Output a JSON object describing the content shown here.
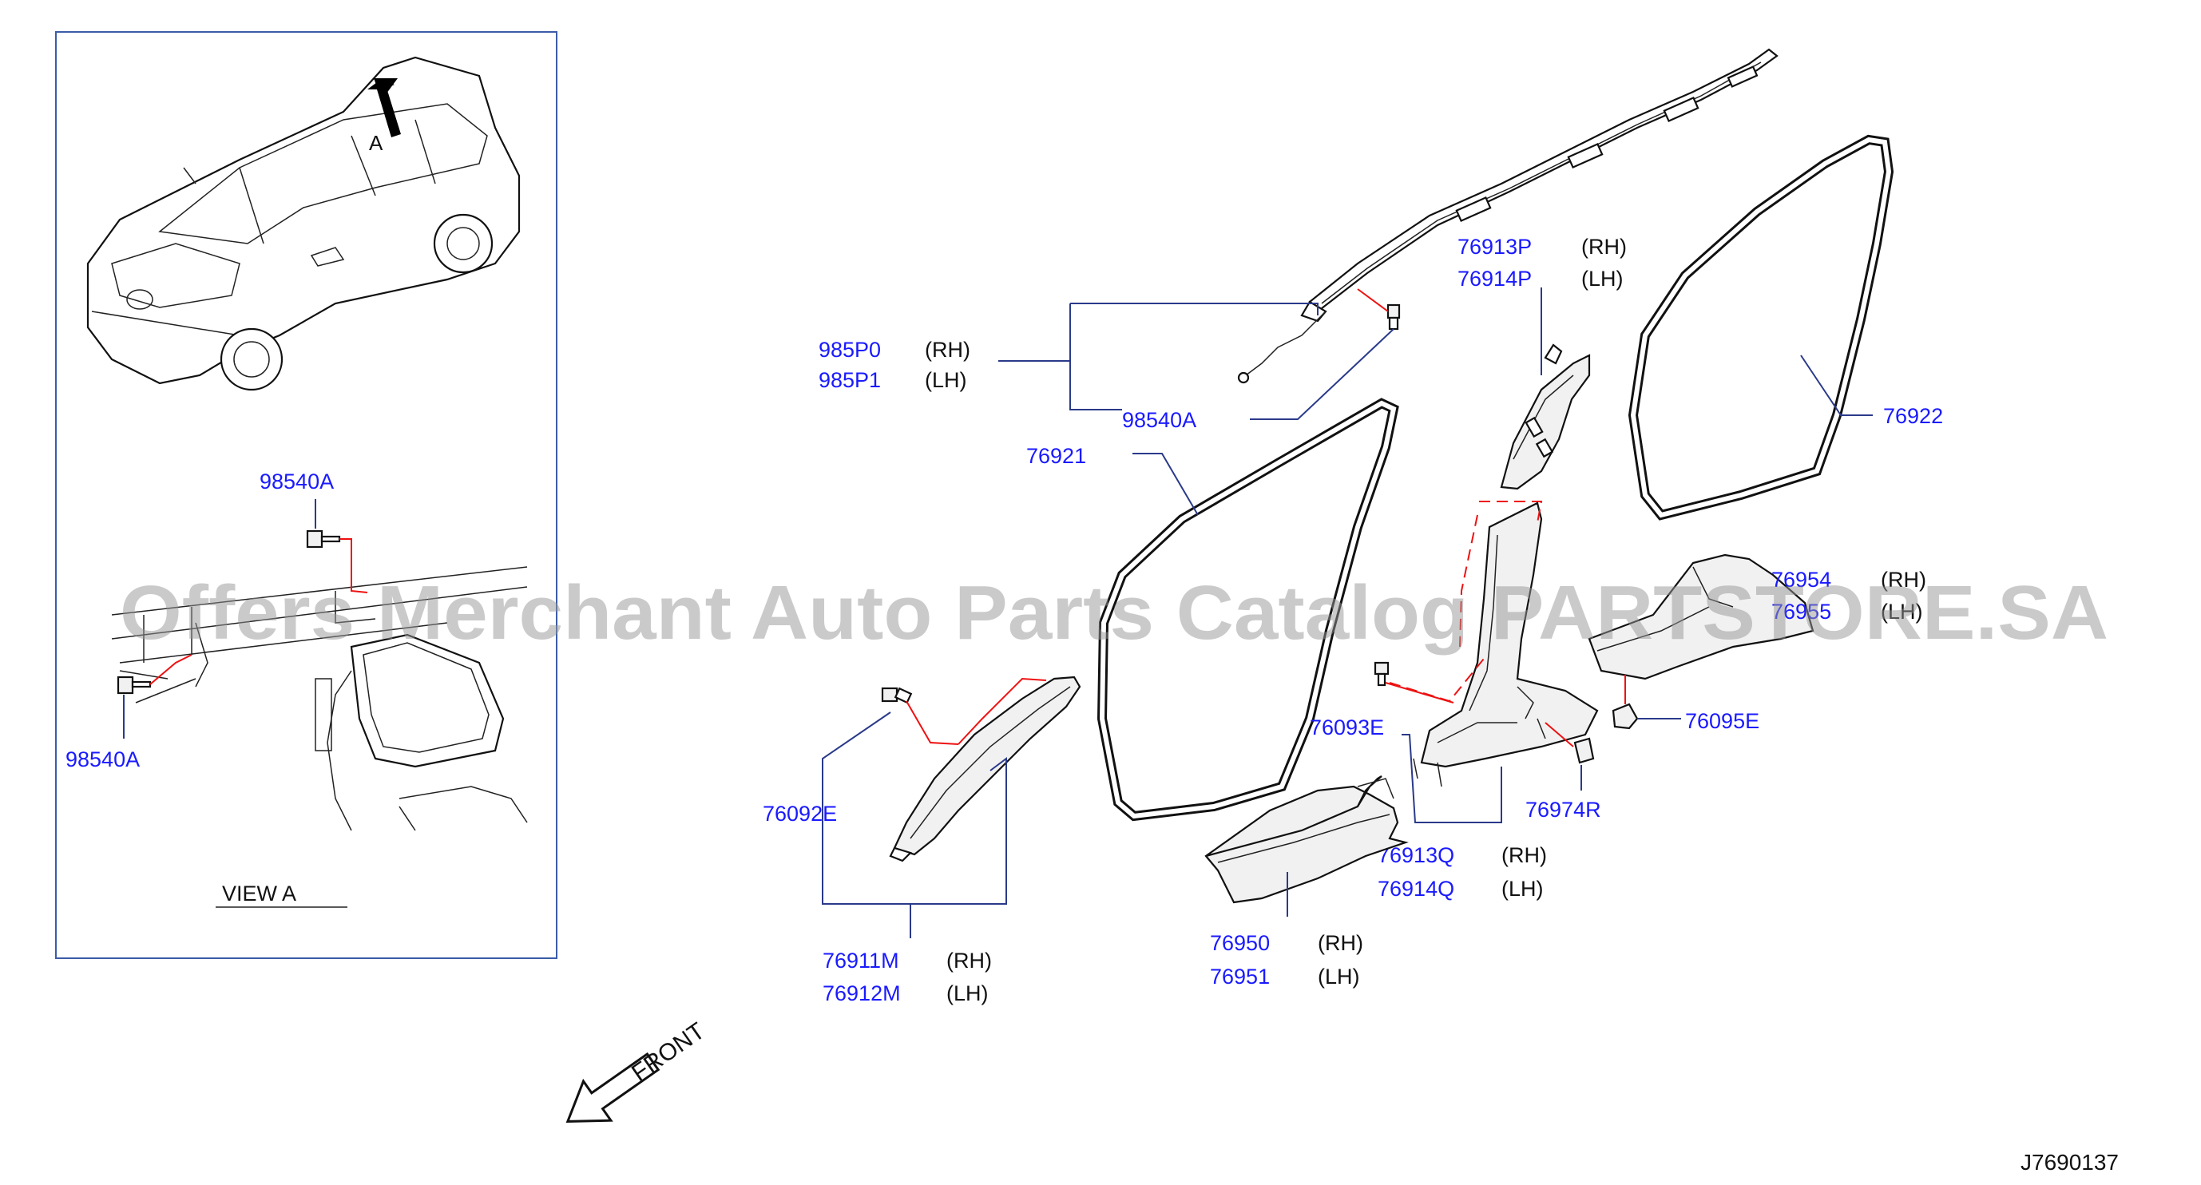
{
  "watermark": "Offers Merchant Auto Parts Catalog PARTSTORE.SA",
  "diagram_id": "J7690137",
  "front_label": "FRONT",
  "inset": {
    "arrow_label": "A",
    "view_label": "VIEW A",
    "clip_top": "98540A",
    "clip_bottom": "98540A"
  },
  "parts": {
    "p985P0": "985P0",
    "p985P1": "985P1",
    "p98540A": "98540A",
    "p76921": "76921",
    "p76913P": "76913P",
    "p76914P": "76914P",
    "p76922": "76922",
    "p76954": "76954",
    "p76955": "76955",
    "p76095E": "76095E",
    "p76093E": "76093E",
    "p76974R": "76974R",
    "p76913Q": "76913Q",
    "p76914Q": "76914Q",
    "p76092E": "76092E",
    "p76911M": "76911M",
    "p76912M": "76912M",
    "p76950": "76950",
    "p76951": "76951"
  },
  "sides": {
    "rh": "(RH)",
    "lh": "(LH)"
  }
}
